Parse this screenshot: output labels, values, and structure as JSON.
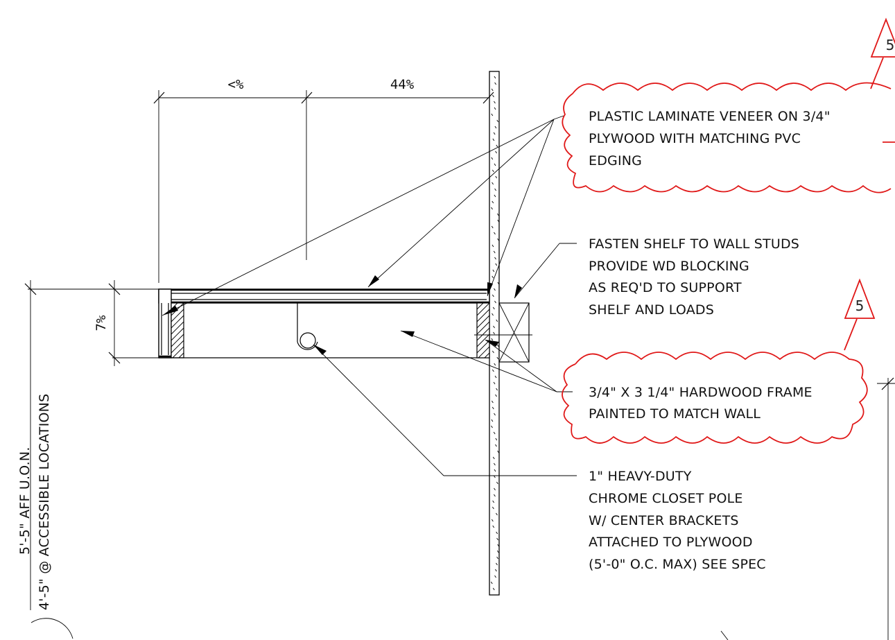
{
  "dimensions": {
    "top_left": "<%",
    "top_right": "44%",
    "shelf_height": "7%"
  },
  "notes": {
    "laminate": [
      "PLASTIC LAMINATE VENEER ON 3/4\"",
      "PLYWOOD WITH MATCHING PVC",
      "EDGING"
    ],
    "fasten": [
      "FASTEN SHELF TO WALL STUDS",
      "PROVIDE WD BLOCKING",
      "AS REQ'D TO SUPPORT",
      "SHELF AND LOADS"
    ],
    "frame": [
      "3/4\" X 3 1/4\" HARDWOOD FRAME",
      "PAINTED TO MATCH WALL"
    ],
    "pole": [
      "1\" HEAVY-DUTY",
      "CHROME CLOSET POLE",
      "W/ CENTER BRACKETS",
      "ATTACHED TO PLYWOOD",
      "(5'-0\" O.C. MAX) SEE SPEC"
    ]
  },
  "height_note": {
    "line1": "5'-5\" AFF U.O.N.",
    "line2": "4'-5\" @ ACCESSIBLE LOCATIONS"
  },
  "revisions": {
    "mid": "5",
    "top": "5"
  },
  "colors": {
    "linework": "#000000",
    "revision_cloud": "#e01818",
    "background": "#ffffff"
  }
}
